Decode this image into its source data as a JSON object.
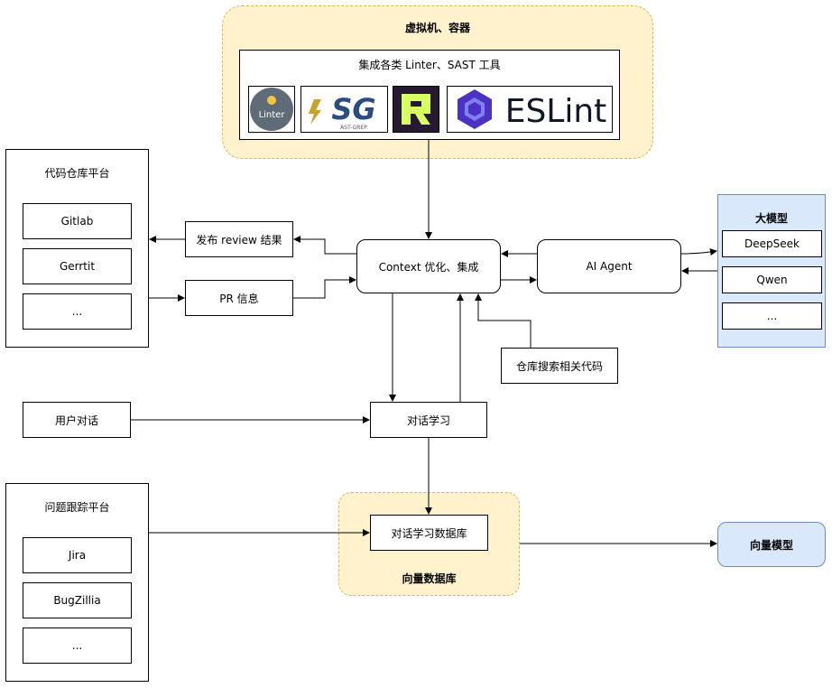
{
  "vm_group": {
    "title": "虚拟机、容器",
    "tools_label": "集成各类 Linter、SAST 工具",
    "logos": [
      {
        "icon": "linter-logo-icon",
        "text": "Linter"
      },
      {
        "icon": "ast-grep-logo-icon",
        "text": "SG",
        "subtext": "AST-GREP"
      },
      {
        "icon": "ruff-logo-icon"
      },
      {
        "icon": "eslint-logo-icon",
        "text": "ESLint"
      }
    ]
  },
  "repo_platform": {
    "title": "代码仓库平台",
    "items": [
      "Gitlab",
      "Gerrtit",
      "..."
    ]
  },
  "publish_review": "发布 review 结果",
  "pr_info": "PR 信息",
  "context": "Context 优化、集成",
  "ai_agent": "AI Agent",
  "llm_group": {
    "title": "大模型",
    "items": [
      "DeepSeek",
      "Qwen",
      "..."
    ]
  },
  "repo_search": "仓库搜索相关代码",
  "user_chat": "用户对话",
  "chat_learning": "对话学习",
  "issue_platform": {
    "title": "问题跟踪平台",
    "items": [
      "Jira",
      "BugZillia",
      "..."
    ]
  },
  "vector_db": {
    "title": "向量数据库",
    "inner": "对话学习数据库"
  },
  "vector_model": "向量模型",
  "colors": {
    "yellow_fill": "#fff2cc",
    "yellow_border": "#d6b656",
    "blue_fill": "#dae8fc",
    "blue_border": "#6c8ebf"
  }
}
